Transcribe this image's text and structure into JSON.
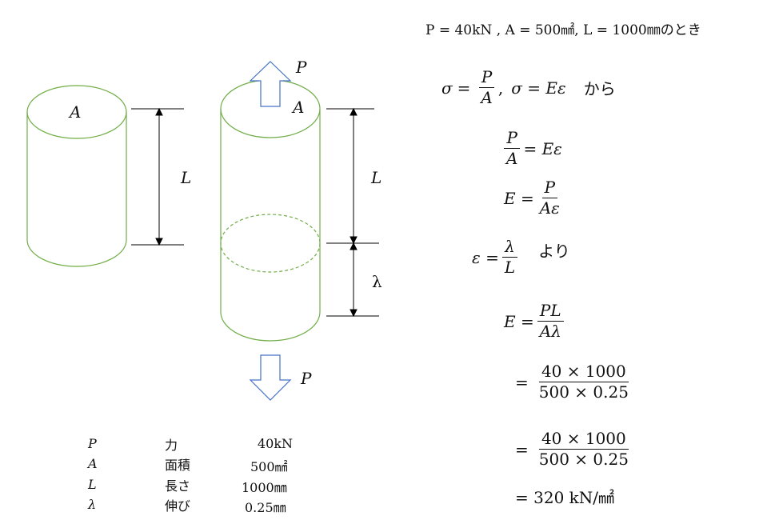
{
  "header": {
    "given_conditions": "P = 40kN , A = 500㎟, L = 1000㎜のとき"
  },
  "diagram": {
    "left_cylinder": {
      "area_label": "A",
      "length_label": "L"
    },
    "right_cylinder": {
      "area_label": "A",
      "length_label": "L",
      "elongation_label": "λ",
      "force_top_label": "P",
      "force_bottom_label": "P"
    },
    "colors": {
      "cylinder_stroke": "#70ad47",
      "arrow_stroke": "#4472c4",
      "dimension": "#000000"
    }
  },
  "derivation": {
    "step1": {
      "sigma": "σ",
      "eq": "=",
      "num": "P",
      "den": "A",
      "sep": ",",
      "rhs": "σ = Eε",
      "suffix": "から"
    },
    "step2": {
      "num": "P",
      "den": "A",
      "rhs": "= Eε"
    },
    "step3": {
      "lhs": "E =",
      "num": "P",
      "den": "Aε"
    },
    "step4": {
      "lhs": "ε =",
      "num": "λ",
      "den": "L",
      "suffix": "より"
    },
    "step5": {
      "lhs": "E =",
      "num": "PL",
      "den": "Aλ"
    },
    "step6": {
      "eq": "=",
      "num": "40 × 1000",
      "den": "500 × 0.25"
    },
    "step7": {
      "eq": "=",
      "num": "40 × 1000",
      "den": "500 × 0.25"
    },
    "result": "= 320 kN/㎟"
  },
  "variable_table": [
    {
      "symbol": "P",
      "name": "力",
      "value": "40kN"
    },
    {
      "symbol": "A",
      "name": "面積",
      "value": "500㎟"
    },
    {
      "symbol": "L",
      "name": "長さ",
      "value": "1000㎜"
    },
    {
      "symbol": "λ",
      "name": "伸び",
      "value": "0.25㎜"
    }
  ]
}
